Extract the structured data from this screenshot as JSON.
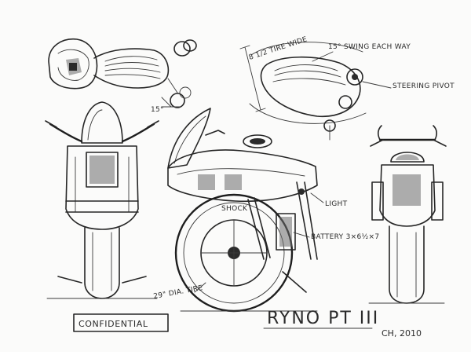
{
  "sheet": {
    "title": "RYNO PT III",
    "signature": "CH, 2010",
    "stamp": "CONFIDENTIAL"
  },
  "annotations": {
    "swing": "15° SWING EACH WAY",
    "tire_wide": "8 1/2 TIRE WIDE",
    "steering_pivot": "STEERING PIVOT",
    "angle_top": "15°",
    "tire_dia": "29\" DIA. TIRE",
    "light": "LIGHT",
    "shock": "SHOCK",
    "battery": "BATTERY 3×6½×7"
  },
  "colors": {
    "paper": "#fbfbfa",
    "ink": "#2b2b2b"
  }
}
